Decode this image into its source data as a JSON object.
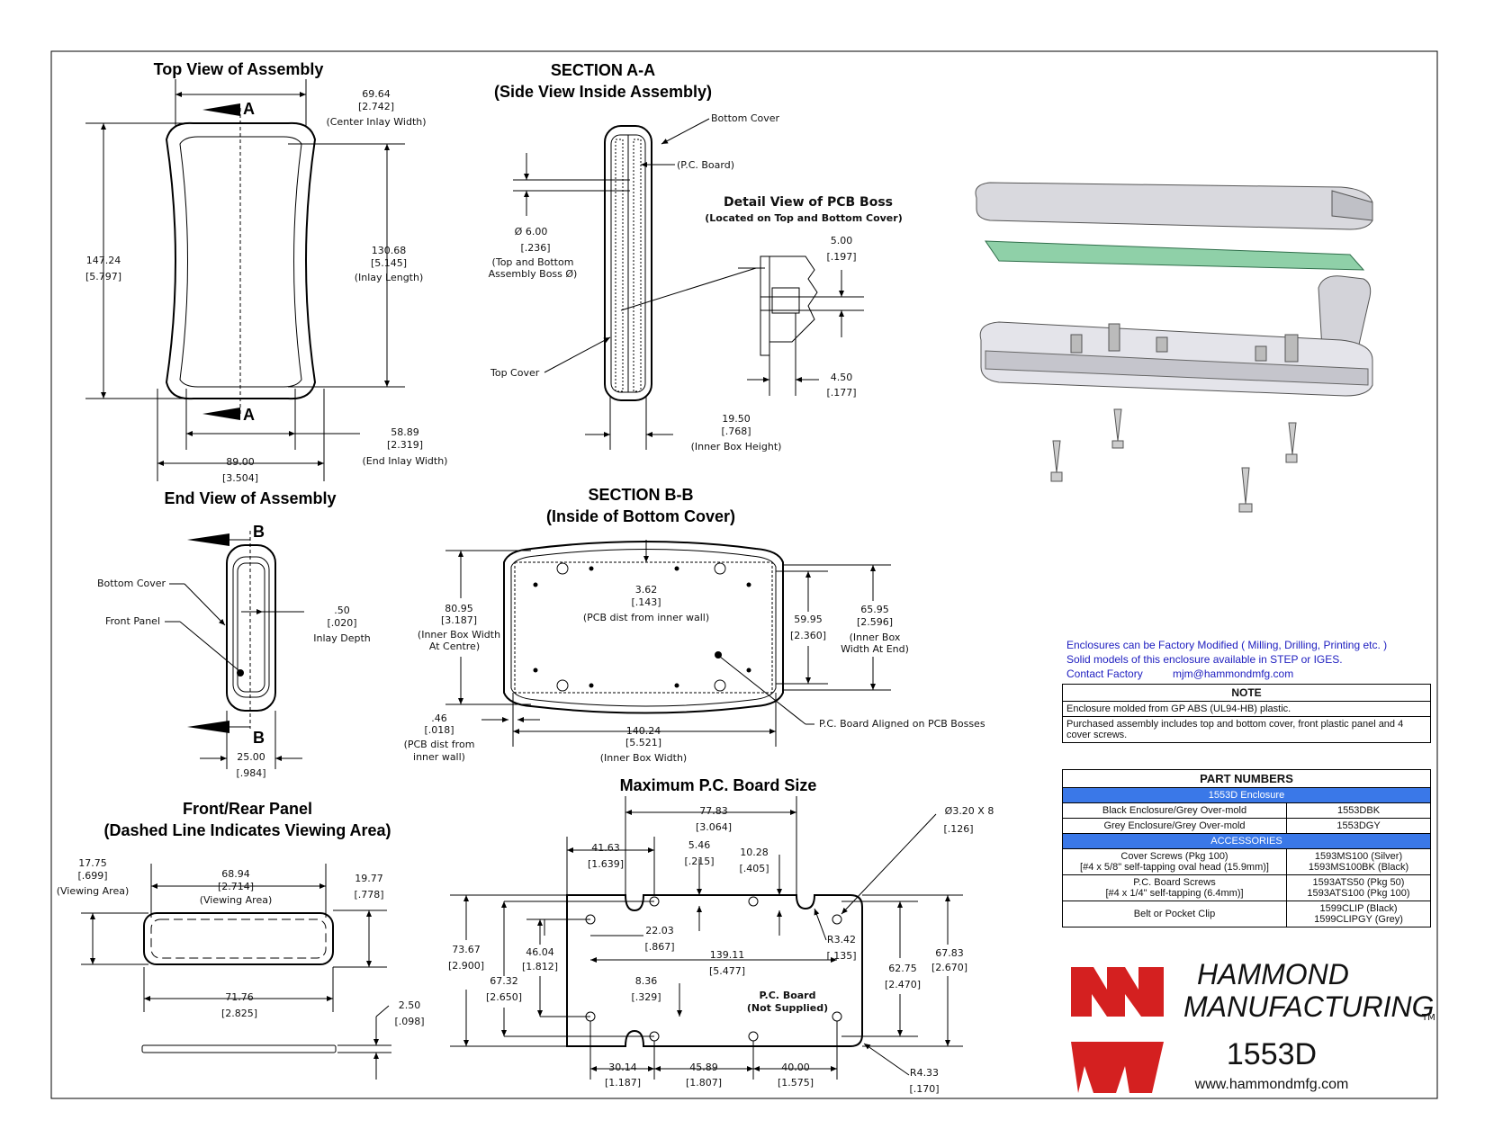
{
  "titles": {
    "top_view": "Top View of Assembly",
    "section_aa_1": "SECTION A-A",
    "section_aa_2": "(Side View Inside Assembly)",
    "detail_pcb_boss_1": "Detail View of PCB Boss",
    "detail_pcb_boss_2": "(Located on Top and Bottom Cover)",
    "end_view": "End View of Assembly",
    "section_bb_1": "SECTION B-B",
    "section_bb_2": "(Inside of Bottom Cover)",
    "front_panel_1": "Front/Rear Panel",
    "front_panel_2": "(Dashed Line Indicates Viewing Area)",
    "max_pcb": "Maximum P.C. Board Size"
  },
  "dims": {
    "d6964": "69.64",
    "d6964i": "[2.742]",
    "d6964l": "(Center Inlay Width)",
    "d14724": "147.24",
    "d14724i": "[5.797]",
    "d13068": "130.68",
    "d13068i": "[5.145]",
    "d13068l": "(Inlay Length)",
    "d5889": "58.89",
    "d5889i": "[2.319]",
    "d5889l": "(End Inlay Width)",
    "d8900": "89.00",
    "d8900i": "[3.504]",
    "secA": "A",
    "d600": "Ø 6.00",
    "d600i": "[.236]",
    "d600l1": "(Top and Bottom",
    "d600l2": "Assembly Boss Ø)",
    "bottom_cover": "Bottom Cover",
    "pcboard": "(P.C. Board)",
    "top_cover": "Top Cover",
    "d500": "5.00",
    "d500i": "[.197]",
    "d450": "4.50",
    "d450i": "[.177]",
    "d1950": "19.50",
    "d1950i": "[.768]",
    "d1950l": "(Inner Box Height)",
    "secB": "B",
    "ev_bottom_cover": "Bottom Cover",
    "ev_front_panel": "Front Panel",
    "d050": ".50",
    "d050i": "[.020]",
    "d050l": "Inlay Depth",
    "d2500": "25.00",
    "d2500i": "[.984]",
    "d8095": "80.95",
    "d8095i": "[3.187]",
    "d8095l1": "(Inner Box Width",
    "d8095l2": "At  Centre)",
    "d362": "3.62",
    "d362i": "[.143]",
    "d362l": "(PCB dist from inner wall)",
    "d5995": "59.95",
    "d5995i": "[2.360]",
    "d6595": "65.95",
    "d6595i": "[2.596]",
    "d6595l1": "(Inner Box",
    "d6595l2": "Width At End)",
    "d046": ".46",
    "d046i": "[.018]",
    "d046l1": "(PCB dist from",
    "d046l2": "inner wall)",
    "d14024": "140.24",
    "d14024i": "[5.521]",
    "d14024l": "(Inner Box Width)",
    "pcb_aligned": "P.C. Board Aligned on PCB Bosses",
    "d1775": "17.75",
    "d1775i": "[.699]",
    "d1775l": "(Viewing Area)",
    "d6894": "68.94",
    "d6894i": "[2.714]",
    "d6894l": "(Viewing Area)",
    "d1977": "19.77",
    "d1977i": "[.778]",
    "d7176": "71.76",
    "d7176i": "[2.825]",
    "d250": "2.50",
    "d250i": "[.098]",
    "d7783": "77.83",
    "d7783i": "[3.064]",
    "d4163": "41.63",
    "d4163i": "[1.639]",
    "d546": "5.46",
    "d546i": "[.215]",
    "d1028": "10.28",
    "d1028i": "[.405]",
    "d320": "Ø3.20 X 8",
    "d320i": "[.126]",
    "d2203": "22.03",
    "d2203i": "[.867]",
    "d7367": "73.67",
    "d7367i": "[2.900]",
    "d4604": "46.04",
    "d4604i": "[1.812]",
    "d6732": "67.32",
    "d6732i": "[2.650]",
    "d13911": "139.11",
    "d13911i": "[5.477]",
    "d836": "8.36",
    "d836i": "[.329]",
    "d342": "R3.42",
    "d342i": "[.135]",
    "d6275": "62.75",
    "d6275i": "[2.470]",
    "d6783": "67.83",
    "d6783i": "[2.670]",
    "pcb_label1": "P.C. Board",
    "pcb_label2": "(Not Supplied)",
    "d3014": "30.14",
    "d3014i": "[1.187]",
    "d4589": "45.89",
    "d4589i": "[1.807]",
    "d4000": "40.00",
    "d4000i": "[1.575]",
    "d433": "R4.33",
    "d433i": "[.170]"
  },
  "info": {
    "line1": "Enclosures can be Factory Modified ( Milling, Drilling, Printing etc. )",
    "line2": "Solid models of this enclosure available in STEP or IGES.",
    "line3a": "Contact Factory",
    "line3b": "mjm@hammondmfg.com"
  },
  "note": {
    "title": "NOTE",
    "row1": "Enclosure molded from GP ABS (UL94-HB) plastic.",
    "row2": "Purchased assembly includes top and bottom cover, front plastic panel and 4 cover screws."
  },
  "parts": {
    "title": "PART NUMBERS",
    "bar1": "1553D Enclosure",
    "r1a": "Black Enclosure/Grey Over-mold",
    "r1b": "1553DBK",
    "r2a": "Grey Enclosure/Grey Over-mold",
    "r2b": "1553DGY",
    "bar2": "ACCESSORIES",
    "r3a1": "Cover Screws (Pkg 100)",
    "r3a2": "[#4 x 5/8\" self-tapping oval head (15.9mm)]",
    "r3b1": "1593MS100 (Silver)",
    "r3b2": "1593MS100BK (Black)",
    "r4a1": "P.C. Board Screws",
    "r4a2": "[#4 x 1/4\" self-tapping (6.4mm)]",
    "r4b1": "1593ATS50 (Pkg 50)",
    "r4b2": "1593ATS100 (Pkg 100)",
    "r5a": "Belt or Pocket Clip",
    "r5b1": "1599CLIP (Black)",
    "r5b2": "1599CLIPGY (Grey)"
  },
  "brand": {
    "line1": "HAMMOND",
    "line2": "MANUFACTURING",
    "tm": "TM",
    "model": "1553D",
    "url": "www.hammondmfg.com",
    "color": "#d42020"
  }
}
